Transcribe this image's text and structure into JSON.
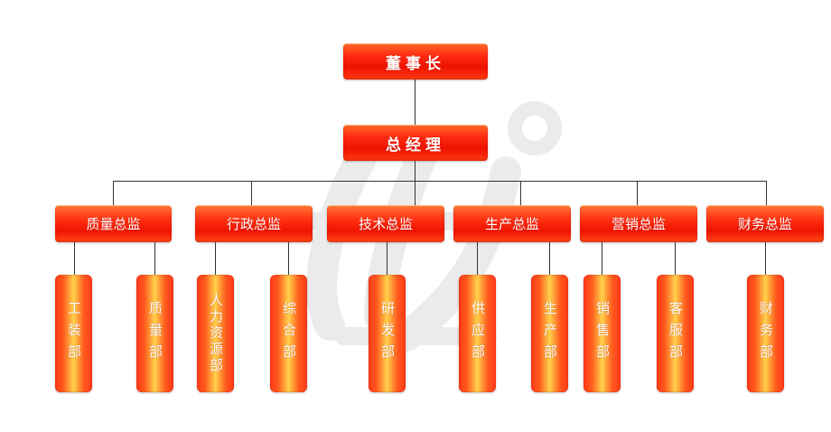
{
  "nodes": {
    "chairman": "董事长",
    "gm": "总经理",
    "directors": [
      {
        "label": "质量总监",
        "depts": [
          "工装部",
          "质量部"
        ]
      },
      {
        "label": "行政总监",
        "depts": [
          "人力资源部",
          "综合部"
        ]
      },
      {
        "label": "技术总监",
        "depts": [
          "研发部"
        ]
      },
      {
        "label": "生产总监",
        "depts": [
          "供应部",
          "生产部"
        ]
      },
      {
        "label": "营销总监",
        "depts": [
          "销售部",
          "客服部"
        ]
      },
      {
        "label": "财务总监",
        "depts": [
          "财务部"
        ]
      }
    ]
  },
  "colors": {
    "node": "#ff2a10",
    "line": "#333333",
    "watermark": "#e9e9e9"
  }
}
